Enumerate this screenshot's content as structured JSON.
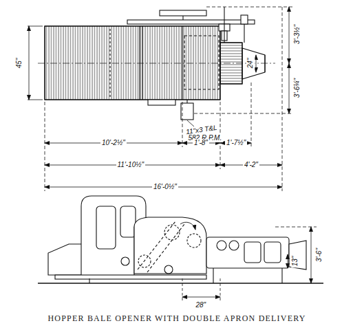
{
  "diagram": {
    "caption": "HOPPER BALE OPENER WITH DOUBLE APRON DELIVERY",
    "labels": [
      "45\"",
      "3'-3½\"",
      "24\"",
      "3'-6¼\"",
      "11\"x3 T&L",
      "582 R.P.M.",
      "10'-2½\"",
      "1'-8\"",
      "1'-7½\"",
      "11'-10½\"",
      "4'-2\"",
      "16'-0½\"",
      "3'-6\"",
      "13\"",
      "28\""
    ]
  }
}
